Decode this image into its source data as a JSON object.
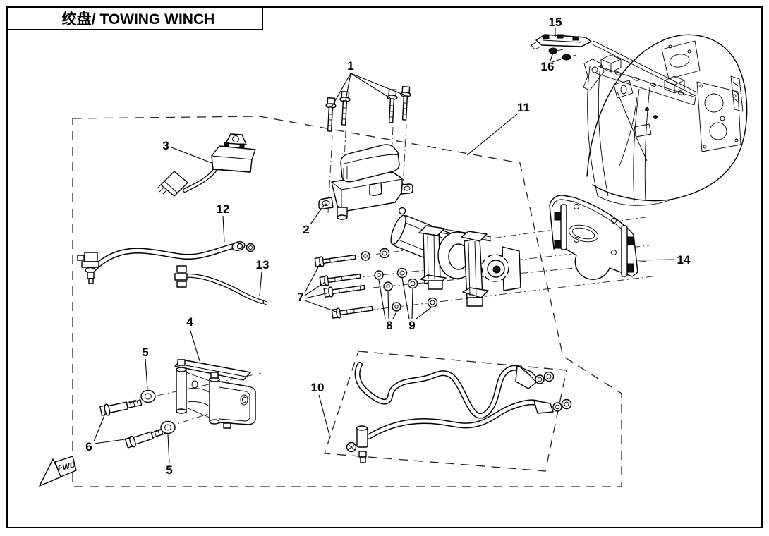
{
  "page": {
    "title": "绞盘/ TOWING WINCH"
  },
  "callouts": {
    "c1": "1",
    "c2": "2",
    "c3": "3",
    "c4": "4",
    "c5": "5",
    "c6": "6",
    "c7": "7",
    "c8": "8",
    "c9": "9",
    "c10": "10",
    "c11": "11",
    "c12": "12",
    "c13": "13",
    "c14": "14",
    "c15": "15",
    "c16": "16"
  },
  "fwd": {
    "label": "FWD"
  },
  "colors": {
    "line": "#000000",
    "background": "#ffffff"
  }
}
